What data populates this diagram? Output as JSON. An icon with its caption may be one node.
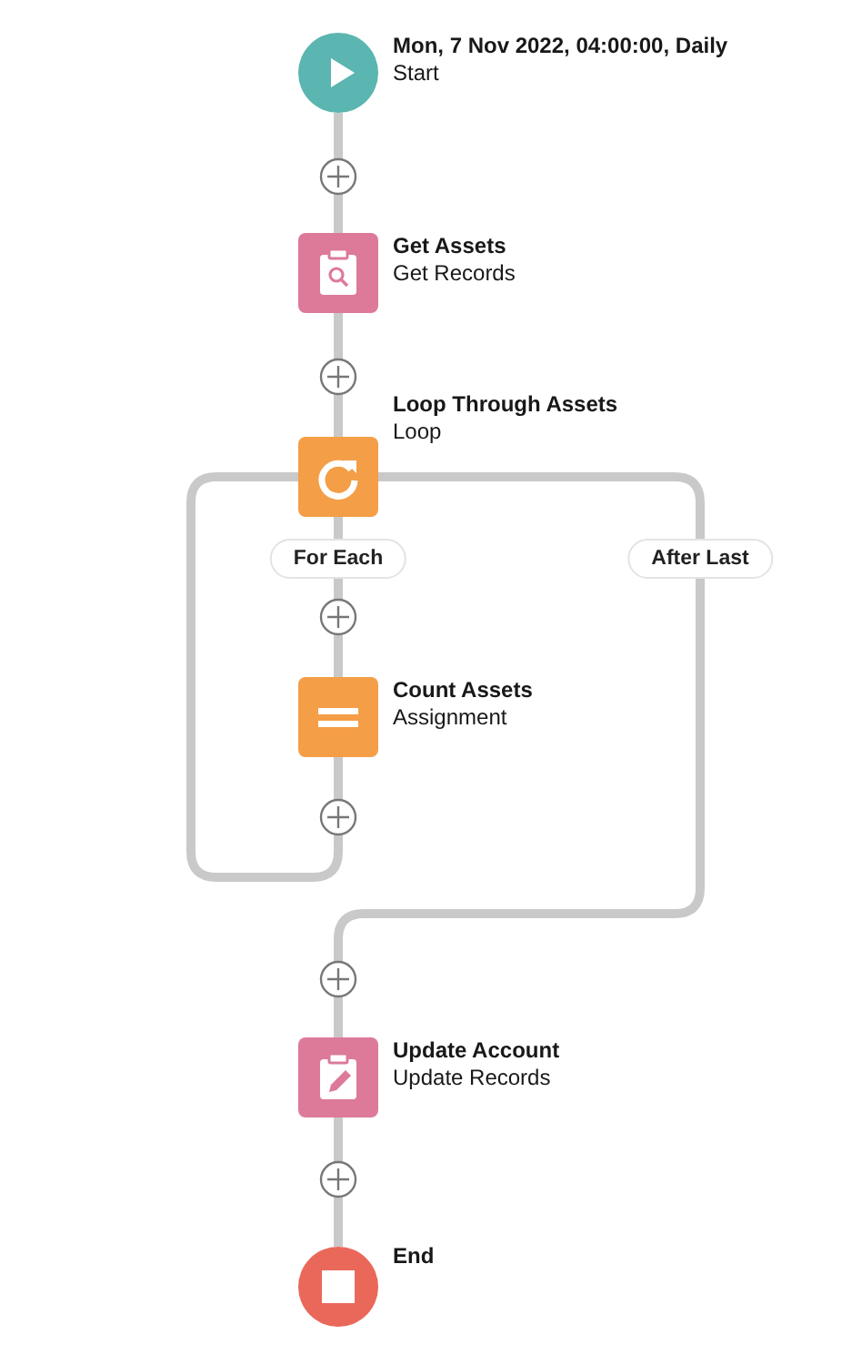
{
  "diagram": {
    "nodes": [
      {
        "text": [
          "Mon, 7 Nov 2022, 04:00:00, Daily",
          "Start"
        ]
      },
      {
        "text": [
          "Get Assets",
          "Get Records"
        ]
      },
      {
        "text": [
          "Loop Through Assets",
          "Loop"
        ]
      },
      {
        "text": [
          "Count Assets",
          "Assignment"
        ]
      },
      {
        "text": [
          "Update Account",
          "Update Records"
        ]
      },
      {
        "text": [
          "End"
        ]
      }
    ],
    "edges": [
      {
        "from": 0,
        "to": 1,
        "arrow": "none"
      },
      {
        "from": 1,
        "to": 2,
        "arrow": "none"
      },
      {
        "from": 2,
        "to": 3,
        "arrow": "none",
        "label": "For Each"
      },
      {
        "from": 3,
        "to": 2,
        "arrow": "none"
      },
      {
        "from": 2,
        "to": 4,
        "arrow": "none",
        "label": "After Last"
      },
      {
        "from": 4,
        "to": 5,
        "arrow": "none"
      }
    ]
  }
}
